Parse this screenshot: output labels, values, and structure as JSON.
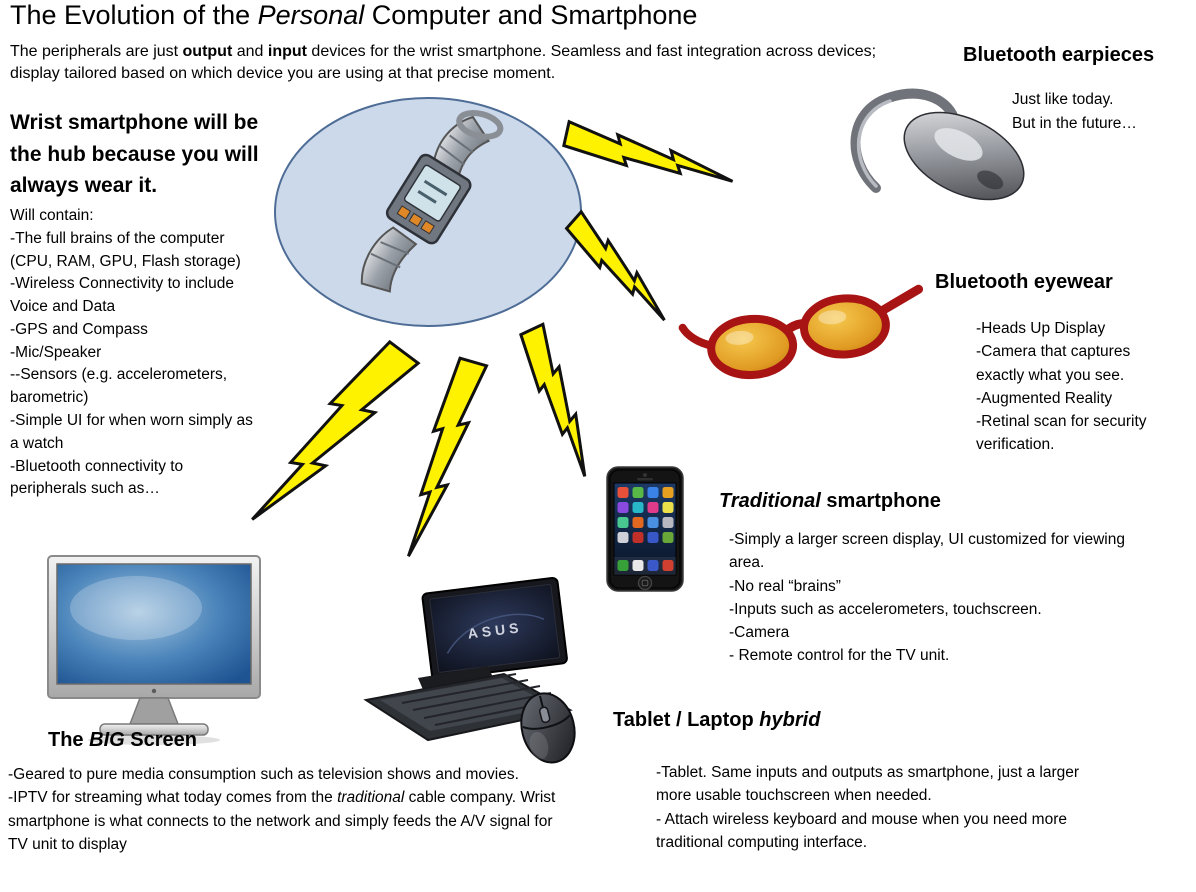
{
  "colors": {
    "bolt_fill": "#fff200",
    "hub_ellipse_fill": "#ccd9ea",
    "hub_ellipse_stroke": "#4e6d96"
  },
  "title": {
    "p1": "The Evolution of the ",
    "p2_italic": "Personal",
    "p3": " Computer and Smartphone"
  },
  "subtitle": {
    "p1": "The peripherals are just ",
    "p2_bold": "output",
    "p3": " and ",
    "p4_bold": "input",
    "p5": " devices for the wrist smartphone.  Seamless and fast integration across devices; display tailored based on which device you are using at that precise moment."
  },
  "wrist": {
    "heading": "Wrist smartphone will be the hub because you will always wear it.",
    "lines": [
      "Will contain:",
      "-The full brains of the computer (CPU, RAM, GPU, Flash storage)",
      "-Wireless Connectivity to include Voice and Data",
      "-GPS and Compass",
      "-Mic/Speaker",
      "--Sensors (e.g. accelerometers, barometric)",
      "-Simple UI for when worn simply as a watch",
      "-Bluetooth connectivity to peripherals such as…"
    ]
  },
  "earpieces": {
    "heading": "Bluetooth earpieces",
    "lines": [
      "Just like today.",
      "But in the future…"
    ]
  },
  "eyewear": {
    "heading": "Bluetooth eyewear",
    "lines": [
      "-Heads Up Display",
      "-Camera that captures exactly what you see.",
      "-Augmented Reality",
      "-Retinal scan for security verification."
    ]
  },
  "smartphone": {
    "heading_italic": "Traditional",
    "heading_rest": " smartphone",
    "lines": [
      "-Simply a larger screen display, UI customized for viewing area.",
      "-No real “brains”",
      "-Inputs such as accelerometers, touchscreen.",
      "-Camera",
      "- Remote control for the TV unit."
    ]
  },
  "bigscreen": {
    "heading_p1": "The ",
    "heading_italic": "BIG",
    "heading_p2": " Screen",
    "para1": "-Geared to pure media consumption such as television shows and movies.",
    "para2_p1": "-IPTV for streaming what today comes from the ",
    "para2_italic": "traditional",
    "para2_p2": " cable company.   Wrist smartphone is what connects to the network and simply feeds the A/V signal for TV unit to display"
  },
  "hybrid": {
    "heading_p1": "Tablet / Laptop ",
    "heading_italic": "hybrid",
    "lines": [
      "-Tablet.  Same inputs and outputs as smartphone, just a larger more usable touchscreen when needed.",
      "- Attach wireless keyboard and mouse when you need more traditional computing interface."
    ]
  },
  "devices": {
    "laptop_brand": "ASUS"
  }
}
